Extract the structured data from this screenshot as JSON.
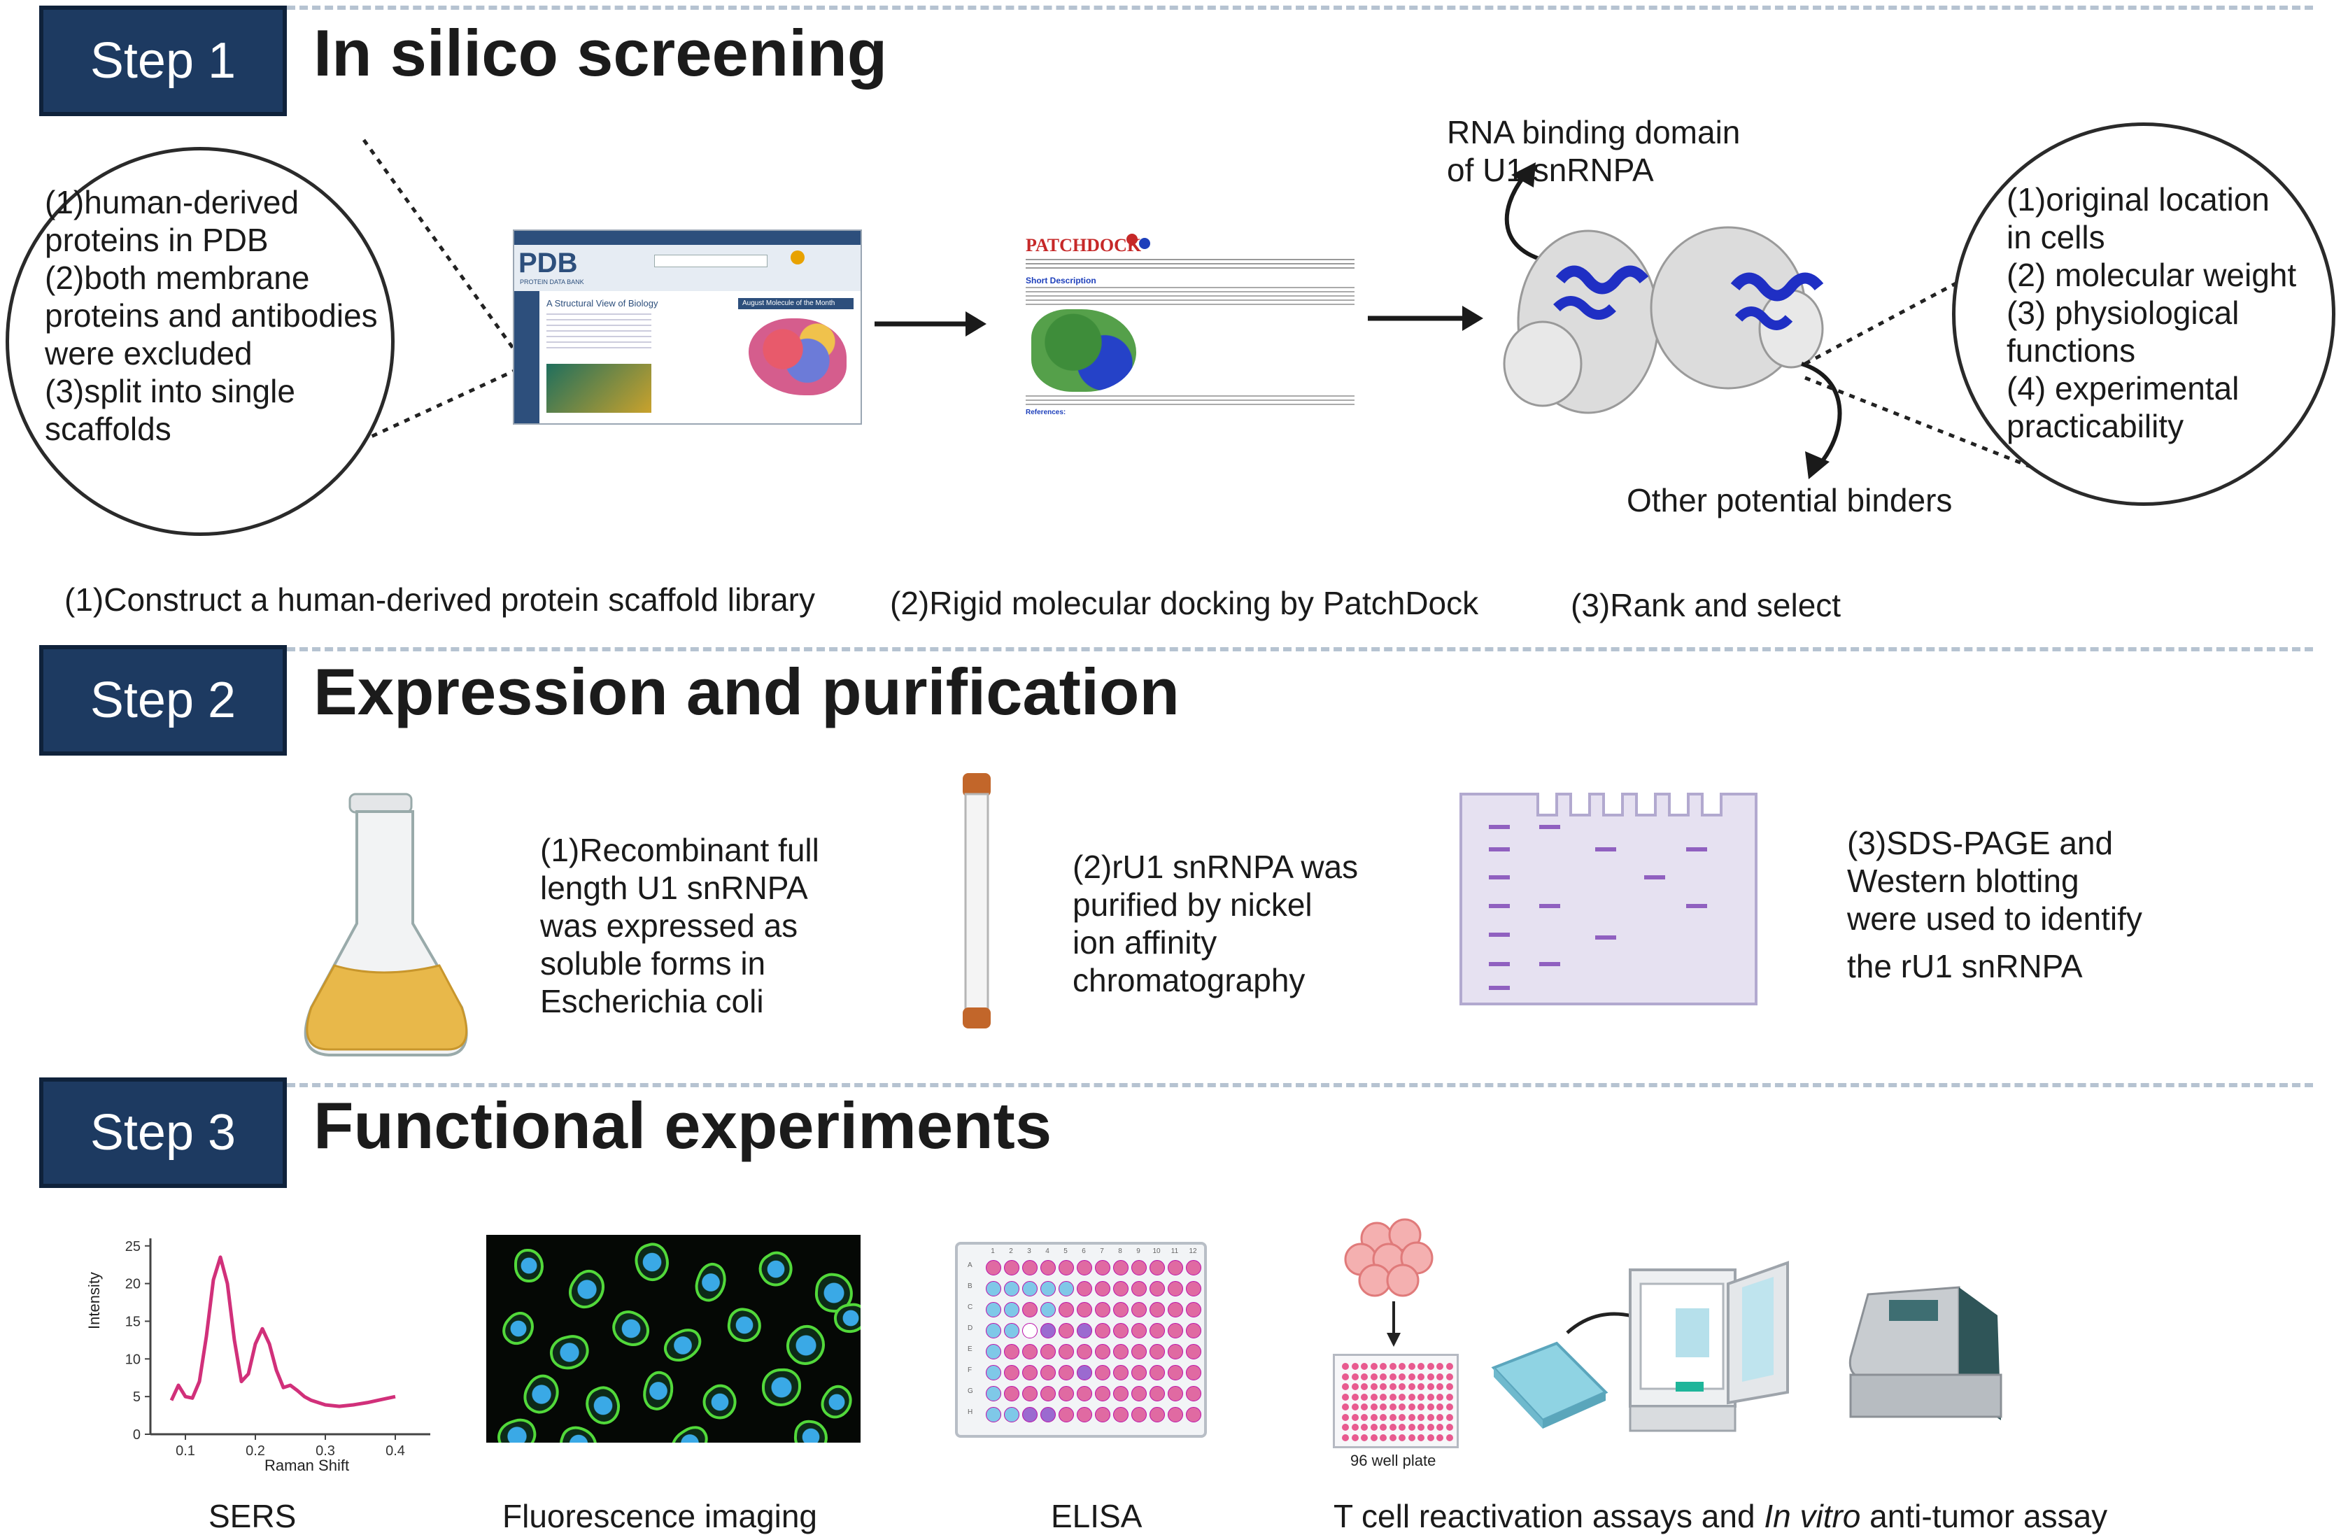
{
  "step1": {
    "badge": "Step 1",
    "title": "In silico screening",
    "left_bubble": [
      "(1)human-derived",
      "proteins in PDB",
      "(2)both membrane",
      "proteins and antibodies",
      "were excluded",
      "(3)split into single",
      "scaffolds"
    ],
    "right_bubble": [
      "(1)original location",
      "in cells",
      "(2) molecular weight",
      "(3) physiological",
      "functions",
      "(4) experimental",
      "practicability"
    ],
    "rna_label": [
      "RNA binding domain",
      "of U1 snRNPA"
    ],
    "binders_label": "Other potential binders",
    "pdb_logo": "PDB",
    "pdb_tagline": "PROTEIN DATA BANK",
    "pdb_heading": "A Structural View of Biology",
    "pdb_month": "August Molecule of the Month",
    "patchdock_logo": "PATCHDOCK",
    "patchdock_heading": "Short Description",
    "patchdock_refs": "References:",
    "captions": {
      "c1": "(1)Construct a human-derived protein scaffold library",
      "c2": "(2)Rigid molecular docking by PatchDock",
      "c3": "(3)Rank and select"
    }
  },
  "step2": {
    "badge": "Step 2",
    "title": "Expression and purification",
    "text1": [
      "(1)Recombinant full",
      "length U1 snRNPA",
      "was expressed as",
      "soluble forms in",
      "Escherichia coli"
    ],
    "text2": [
      "(2)rU1 snRNPA was",
      "purified by nickel",
      "ion affinity",
      "chromatography"
    ],
    "text3": [
      "(3)SDS-PAGE and",
      "Western blotting",
      "were used to identify",
      "the rU1 snRNPA"
    ]
  },
  "step3": {
    "badge": "Step 3",
    "title": "Functional experiments",
    "captions": {
      "sers": "SERS",
      "fluor": "Fluorescence imaging",
      "elisa": "ELISA",
      "tcell_a": "T cell reactivation assays and ",
      "tcell_b": "In vitro",
      "tcell_c": " anti-tumor assay"
    },
    "well_plate_label": "96 well plate",
    "elisa_cols": [
      "1",
      "2",
      "3",
      "4",
      "5",
      "6",
      "7",
      "8",
      "9",
      "10",
      "11",
      "12"
    ],
    "elisa_rows": [
      "A",
      "B",
      "C",
      "D",
      "E",
      "F",
      "G",
      "H"
    ]
  },
  "chart_data": {
    "type": "line",
    "title": "",
    "xlabel": "Raman Shift",
    "ylabel": "Intensity",
    "x_ticks": [
      0.1,
      0.2,
      0.3,
      0.4
    ],
    "y_ticks": [
      0,
      5,
      10,
      15,
      20,
      25
    ],
    "xlim": [
      0.05,
      0.45
    ],
    "ylim": [
      0,
      26
    ],
    "series": [
      {
        "color": "#d1307a",
        "x": [
          0.08,
          0.09,
          0.1,
          0.11,
          0.12,
          0.13,
          0.14,
          0.15,
          0.16,
          0.17,
          0.18,
          0.19,
          0.2,
          0.21,
          0.22,
          0.23,
          0.24,
          0.25,
          0.26,
          0.27,
          0.28,
          0.29,
          0.3,
          0.32,
          0.34,
          0.36,
          0.38,
          0.4
        ],
        "y": [
          4.5,
          6.5,
          5.0,
          4.8,
          7.0,
          13.0,
          20.5,
          23.5,
          20.0,
          12.5,
          7.0,
          8.0,
          12.0,
          14.0,
          12.0,
          8.5,
          6.2,
          6.5,
          5.8,
          5.0,
          4.5,
          4.2,
          3.9,
          3.7,
          3.9,
          4.2,
          4.6,
          5.0
        ]
      }
    ],
    "grid": false,
    "legend": "none"
  }
}
